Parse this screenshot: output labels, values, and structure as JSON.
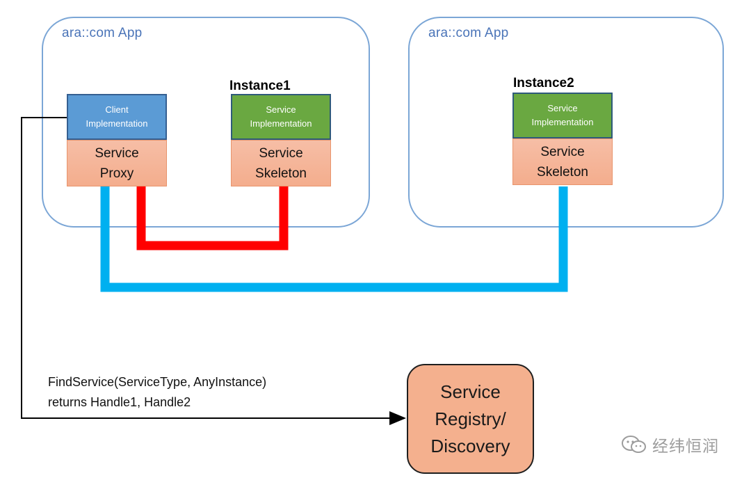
{
  "apps": [
    {
      "label": "ara::com App"
    },
    {
      "label": "ara::com App"
    }
  ],
  "instance1_label": "Instance1",
  "instance2_label": "Instance2",
  "client": {
    "line1": "Client",
    "line2": "Implementation"
  },
  "proxy": {
    "line1": "Service",
    "line2": "Proxy"
  },
  "service_impl_1": {
    "line1": "Service",
    "line2": "Implementation"
  },
  "skeleton_1": {
    "line1": "Service",
    "line2": "Skeleton"
  },
  "service_impl_2": {
    "line1": "Service",
    "line2": "Implementation"
  },
  "skeleton_2": {
    "line1": "Service",
    "line2": "Skeleton"
  },
  "find_service": {
    "line1": "FindService(ServiceType, AnyInstance)",
    "line2": "returns Handle1, Handle2"
  },
  "registry": {
    "line1": "Service",
    "line2": "Registry/",
    "line3": "Discovery"
  },
  "watermark": "经纬恒润",
  "colors": {
    "red_link": "#ff0000",
    "blue_link": "#00b0f0",
    "client_blue": "#5b9bd5",
    "service_green": "#6aa841",
    "stub_salmon": "#f4ad8d",
    "app_border": "#7ba6d6"
  }
}
